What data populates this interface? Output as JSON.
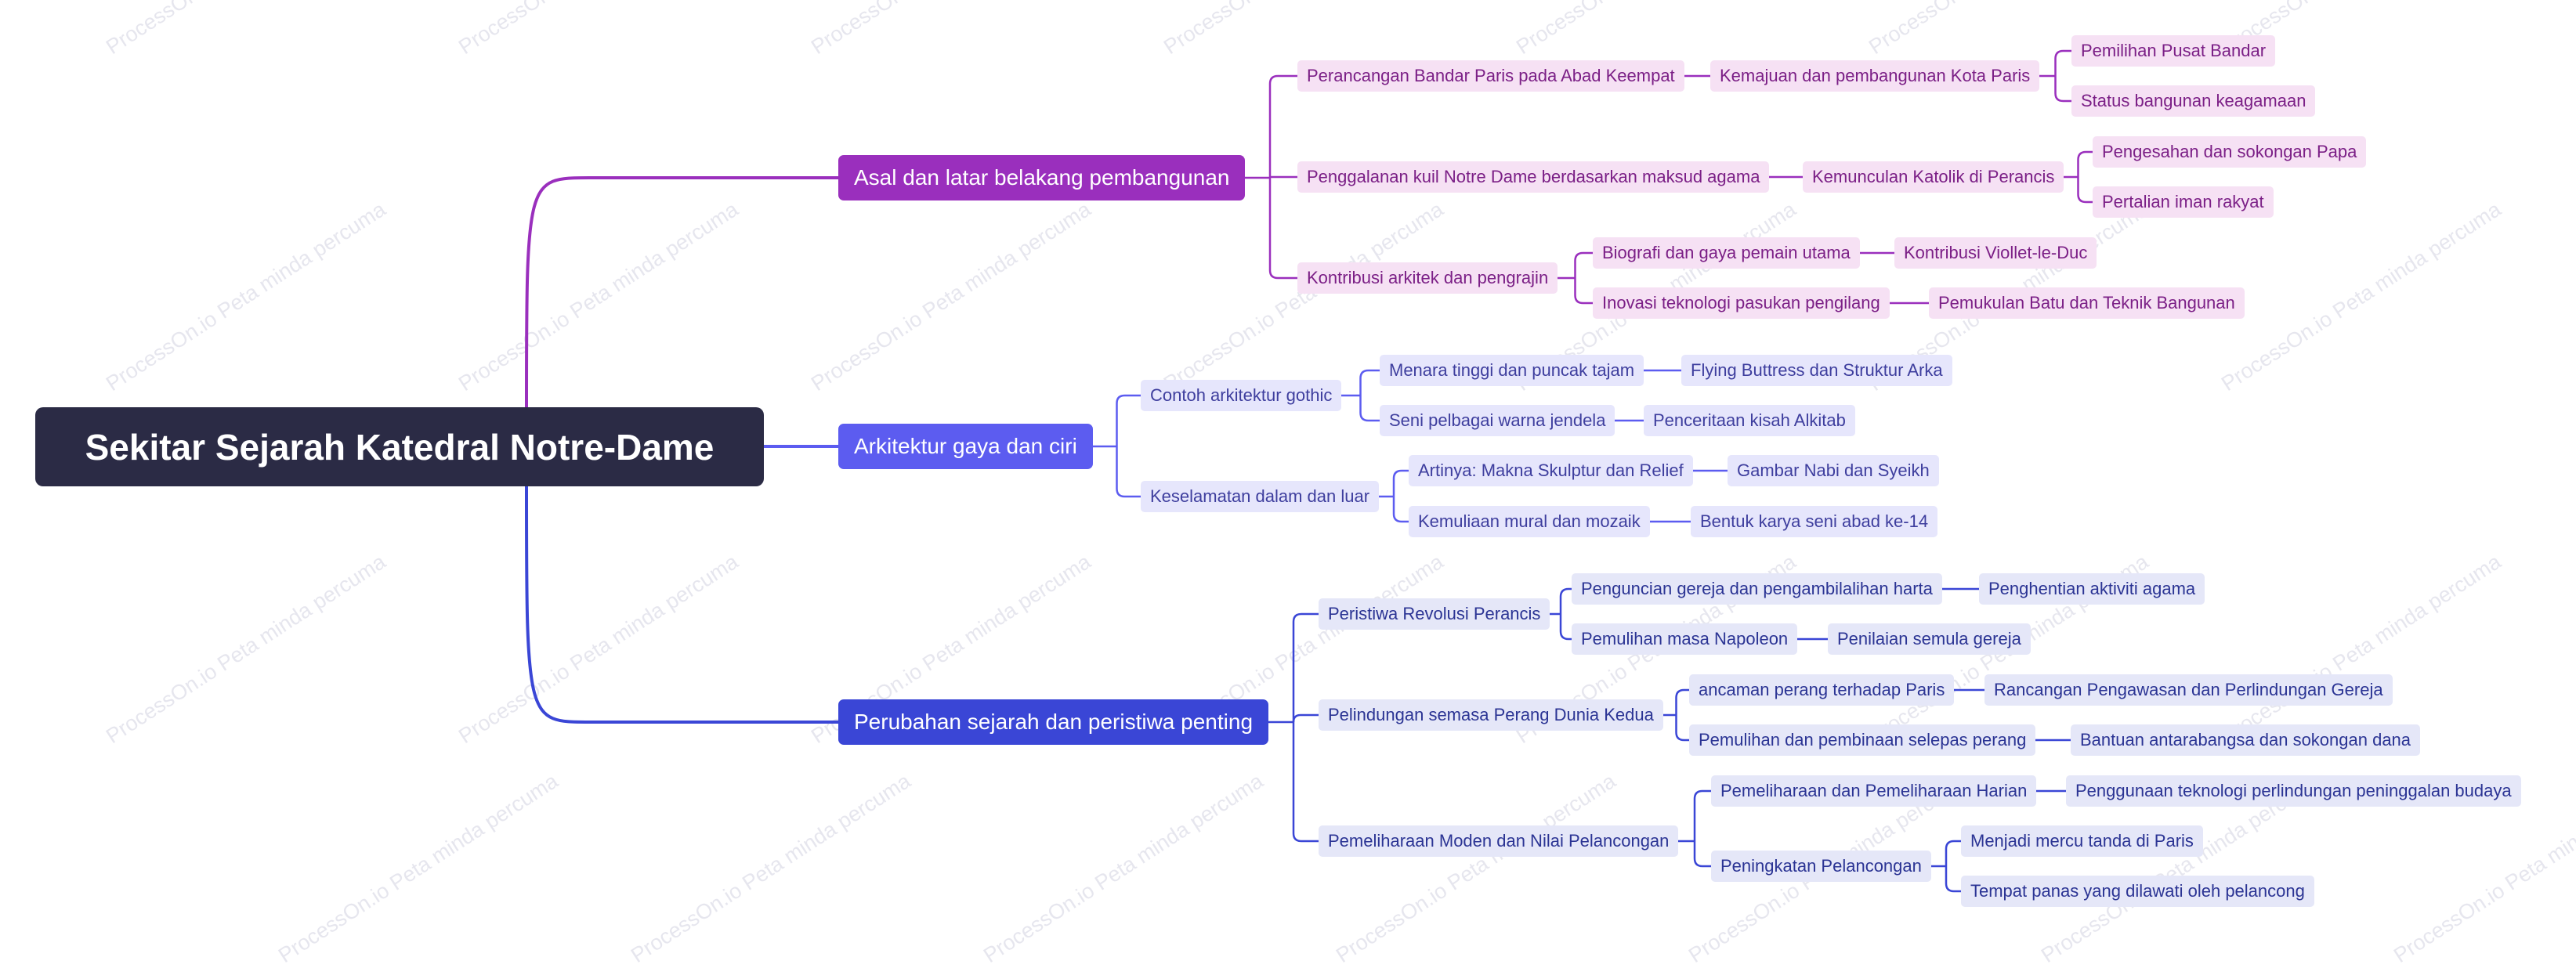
{
  "watermark": "ProcessOn.io Peta minda percuma",
  "colors": {
    "root": "#2b2b45",
    "branch_0": "#9a2fbd",
    "branch_1": "#5c5cf0",
    "branch_2": "#3a46d6"
  },
  "root": {
    "label": "Sekitar Sejarah Katedral Notre-Dame"
  },
  "branches": [
    {
      "label": "Asal dan latar belakang pembangunan",
      "children": [
        {
          "label": "Perancangan Bandar Paris pada Abad Keempat",
          "children": [
            {
              "label": "Kemajuan dan pembangunan Kota Paris",
              "children": [
                {
                  "label": "Pemilihan Pusat Bandar"
                },
                {
                  "label": "Status bangunan keagamaan"
                }
              ]
            }
          ]
        },
        {
          "label": "Penggalanan kuil Notre Dame berdasarkan maksud agama",
          "children": [
            {
              "label": "Kemunculan Katolik di Perancis",
              "children": [
                {
                  "label": "Pengesahan dan sokongan Papa"
                },
                {
                  "label": "Pertalian iman rakyat"
                }
              ]
            }
          ]
        },
        {
          "label": "Kontribusi arkitek dan pengrajin",
          "children": [
            {
              "label": "Biografi dan gaya pemain utama",
              "children": [
                {
                  "label": "Kontribusi Viollet-le-Duc"
                }
              ]
            },
            {
              "label": "Inovasi teknologi pasukan pengilang",
              "children": [
                {
                  "label": "Pemukulan Batu dan Teknik Bangunan"
                }
              ]
            }
          ]
        }
      ]
    },
    {
      "label": "Arkitektur gaya dan ciri",
      "children": [
        {
          "label": "Contoh arkitektur gothic",
          "children": [
            {
              "label": "Menara tinggi dan puncak tajam",
              "children": [
                {
                  "label": "Flying Buttress dan Struktur Arka"
                }
              ]
            },
            {
              "label": "Seni pelbagai warna jendela",
              "children": [
                {
                  "label": "Penceritaan kisah Alkitab"
                }
              ]
            }
          ]
        },
        {
          "label": "Keselamatan dalam dan luar",
          "children": [
            {
              "label": "Artinya: Makna Skulptur dan Relief",
              "children": [
                {
                  "label": "Gambar Nabi dan Syeikh"
                }
              ]
            },
            {
              "label": "Kemuliaan mural dan mozaik",
              "children": [
                {
                  "label": "Bentuk karya seni abad ke-14"
                }
              ]
            }
          ]
        }
      ]
    },
    {
      "label": "Perubahan sejarah dan peristiwa penting",
      "children": [
        {
          "label": "Peristiwa Revolusi Perancis",
          "children": [
            {
              "label": "Penguncian gereja dan pengambilalihan harta",
              "children": [
                {
                  "label": "Penghentian aktiviti agama"
                }
              ]
            },
            {
              "label": "Pemulihan masa Napoleon",
              "children": [
                {
                  "label": "Penilaian semula gereja"
                }
              ]
            }
          ]
        },
        {
          "label": "Pelindungan semasa Perang Dunia Kedua",
          "children": [
            {
              "label": "ancaman perang terhadap Paris",
              "children": [
                {
                  "label": "Rancangan Pengawasan dan Perlindungan Gereja"
                }
              ]
            },
            {
              "label": "Pemulihan dan pembinaan selepas perang",
              "children": [
                {
                  "label": "Bantuan antarabangsa dan sokongan dana"
                }
              ]
            }
          ]
        },
        {
          "label": "Pemeliharaan Moden dan Nilai Pelancongan",
          "children": [
            {
              "label": "Pemeliharaan dan Pemeliharaan Harian",
              "children": [
                {
                  "label": "Penggunaan teknologi perlindungan peninggalan budaya"
                }
              ]
            },
            {
              "label": "Peningkatan Pelancongan",
              "children": [
                {
                  "label": "Menjadi mercu tanda di Paris"
                },
                {
                  "label": "Tempat panas yang dilawati oleh pelancong"
                }
              ]
            }
          ]
        }
      ]
    }
  ]
}
